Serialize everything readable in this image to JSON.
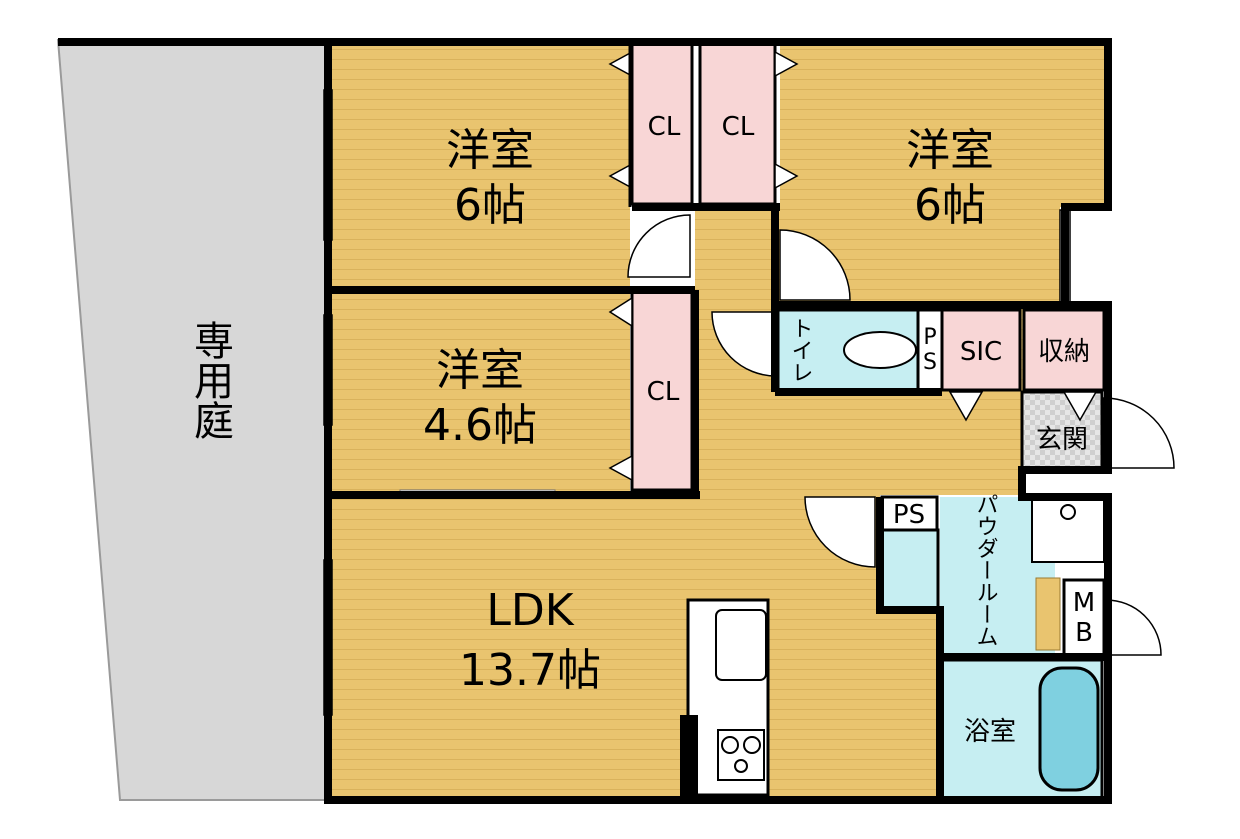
{
  "plan": {
    "garden": "専用庭",
    "room_west": {
      "name": "洋室",
      "size": "6帖"
    },
    "room_east": {
      "name": "洋室",
      "size": "6帖"
    },
    "room_mid": {
      "name": "洋室",
      "size": "4.6帖"
    },
    "ldk": {
      "name": "LDK",
      "size": "13.7帖"
    },
    "closet_labels": [
      "CL",
      "CL",
      "CL"
    ],
    "toilet": "トイレ",
    "ps_top": "PS",
    "ps_bottom": "PS",
    "sic": "SIC",
    "storage": "収納",
    "entrance": "玄関",
    "powder_room": "パウダールーム",
    "mb": "MB",
    "bathroom": "浴室"
  },
  "colors": {
    "floor": "#e9c46f",
    "closet": "#f8d6d6",
    "wet_area": "#c6eef2",
    "garden": "#d7d7d7",
    "wall": "#000000"
  }
}
